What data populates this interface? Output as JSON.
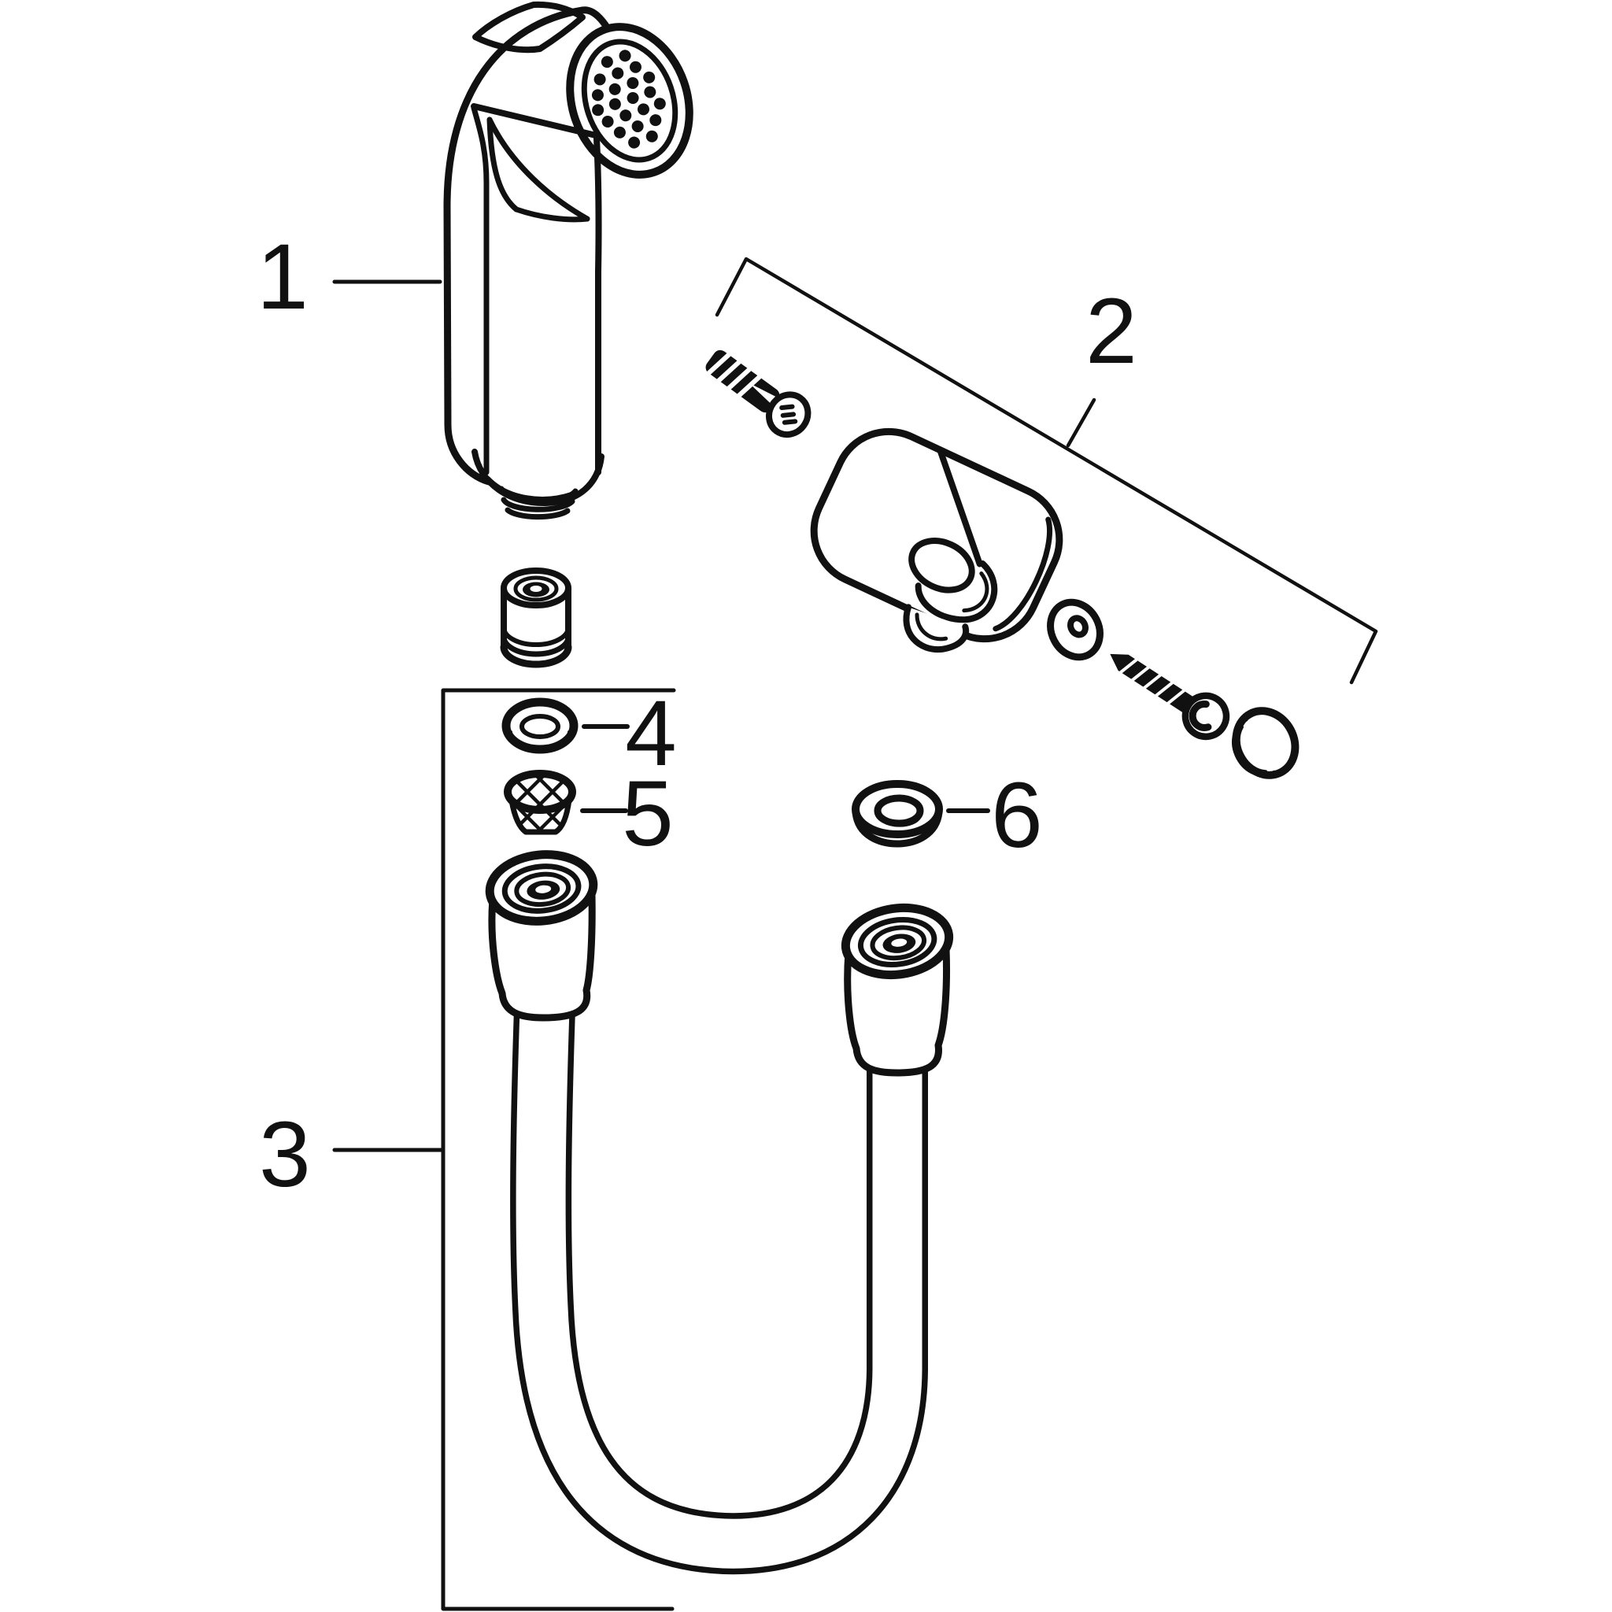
{
  "diagram": {
    "kind": "exploded-parts-line-drawing",
    "background_color": "#ffffff",
    "line_color": "#111111"
  },
  "labels": {
    "part1": "1",
    "part2": "2",
    "part3": "3",
    "part4": "4",
    "part5": "5",
    "part6": "6"
  }
}
